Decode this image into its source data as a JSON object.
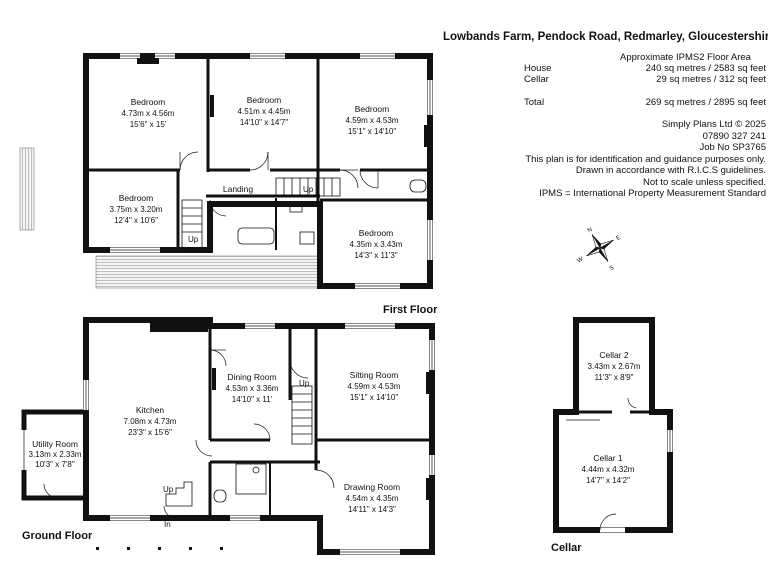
{
  "header": {
    "address": "Lowbands Farm, Pendock Road, Redmarley, Gloucestershire",
    "area_heading": "Approximate IPMS2 Floor Area",
    "areas": [
      {
        "label": "House",
        "value": "240 sq metres / 2583 sq feet"
      },
      {
        "label": "Cellar",
        "value": "29 sq metres /   312 sq feet"
      },
      {
        "label": "Total",
        "value": "269 sq metres /  2895 sq feet"
      }
    ]
  },
  "credits": {
    "company": "Simply Plans Ltd © 2025",
    "phone": "07890 327 241",
    "job": "Job No SP3765",
    "disclaimer_1": "This plan is for identification and guidance purposes only.",
    "disclaimer_2": "Drawn in accordance with R.I.C.S guidelines.",
    "disclaimer_3": "Not to scale unless specified.",
    "ipms_note": "IPMS = International Property Measurement Standard"
  },
  "compass": {
    "n": "N",
    "s": "S",
    "e": "E",
    "w": "W"
  },
  "floors": {
    "first": "First Floor",
    "ground": "Ground Floor",
    "cellar": "Cellar"
  },
  "first_floor_rooms": [
    {
      "id": "bed1",
      "name": "Bedroom",
      "metric": "4.73m x 4.56m",
      "imperial": "15'6\" x 15'"
    },
    {
      "id": "bed2",
      "name": "Bedroom",
      "metric": "4.51m x 4.45m",
      "imperial": "14'10\" x 14'7\""
    },
    {
      "id": "bed3",
      "name": "Bedroom",
      "metric": "4.59m x 4.53m",
      "imperial": "15'1\" x 14'10\""
    },
    {
      "id": "bed4",
      "name": "Bedroom",
      "metric": "3.75m x 3.20m",
      "imperial": "12'4\" x 10'6\""
    },
    {
      "id": "bed5",
      "name": "Bedroom",
      "metric": "4.35m x 3.43m",
      "imperial": "14'3\" x 11'3\""
    }
  ],
  "first_floor_labels": {
    "landing": "Landing",
    "up1": "Up",
    "up2": "Up"
  },
  "ground_floor_rooms": [
    {
      "id": "kitchen",
      "name": "Kitchen",
      "metric": "7.08m x 4.73m",
      "imperial": "23'3\" x 15'6\""
    },
    {
      "id": "dining",
      "name": "Dining Room",
      "metric": "4.53m x 3.36m",
      "imperial": "14'10\" x 11'"
    },
    {
      "id": "sitting",
      "name": "Sitting Room",
      "metric": "4.59m x 4.53m",
      "imperial": "15'1\" x 14'10\""
    },
    {
      "id": "utility",
      "name": "Utility Room",
      "metric": "3.13m x 2.33m",
      "imperial": "10'3\" x 7'8\""
    },
    {
      "id": "drawing",
      "name": "Drawing Room",
      "metric": "4.54m x 4.35m",
      "imperial": "14'11\" x 14'3\""
    }
  ],
  "ground_floor_labels": {
    "up_stairs": "Up",
    "up_entry": "Up",
    "in": "In"
  },
  "cellar_rooms": [
    {
      "id": "cellar2",
      "name": "Cellar 2",
      "metric": "3.43m x 2.67m",
      "imperial": "11'3\" x 8'9\""
    },
    {
      "id": "cellar1",
      "name": "Cellar 1",
      "metric": "4.44m x 4.32m",
      "imperial": "14'7\" x 14'2\""
    }
  ]
}
